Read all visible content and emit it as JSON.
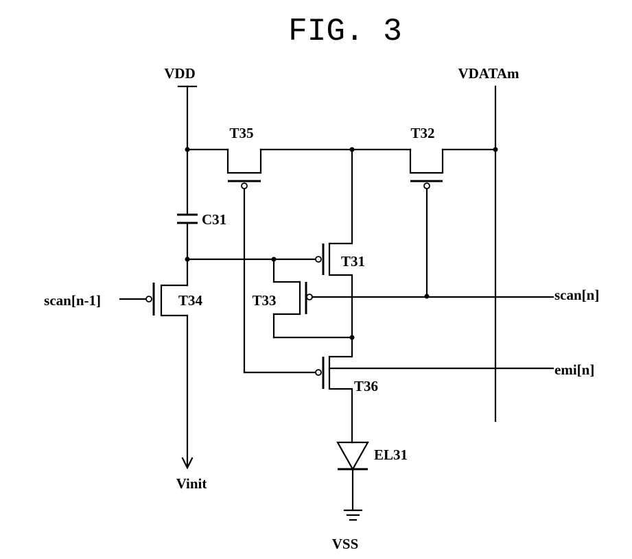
{
  "figure_title": "FIG. 3",
  "nodes": {
    "vdd": "VDD",
    "vdata": "VDATAm",
    "vinit": "Vinit",
    "vss": "VSS"
  },
  "signals": {
    "scan_prev": "scan[n-1]",
    "scan": "scan[n]",
    "emi": "emi[n]"
  },
  "components": {
    "t31": "T31",
    "t32": "T32",
    "t33": "T33",
    "t34": "T34",
    "t35": "T35",
    "t36": "T36",
    "c31": "C31",
    "el31": "EL31"
  }
}
